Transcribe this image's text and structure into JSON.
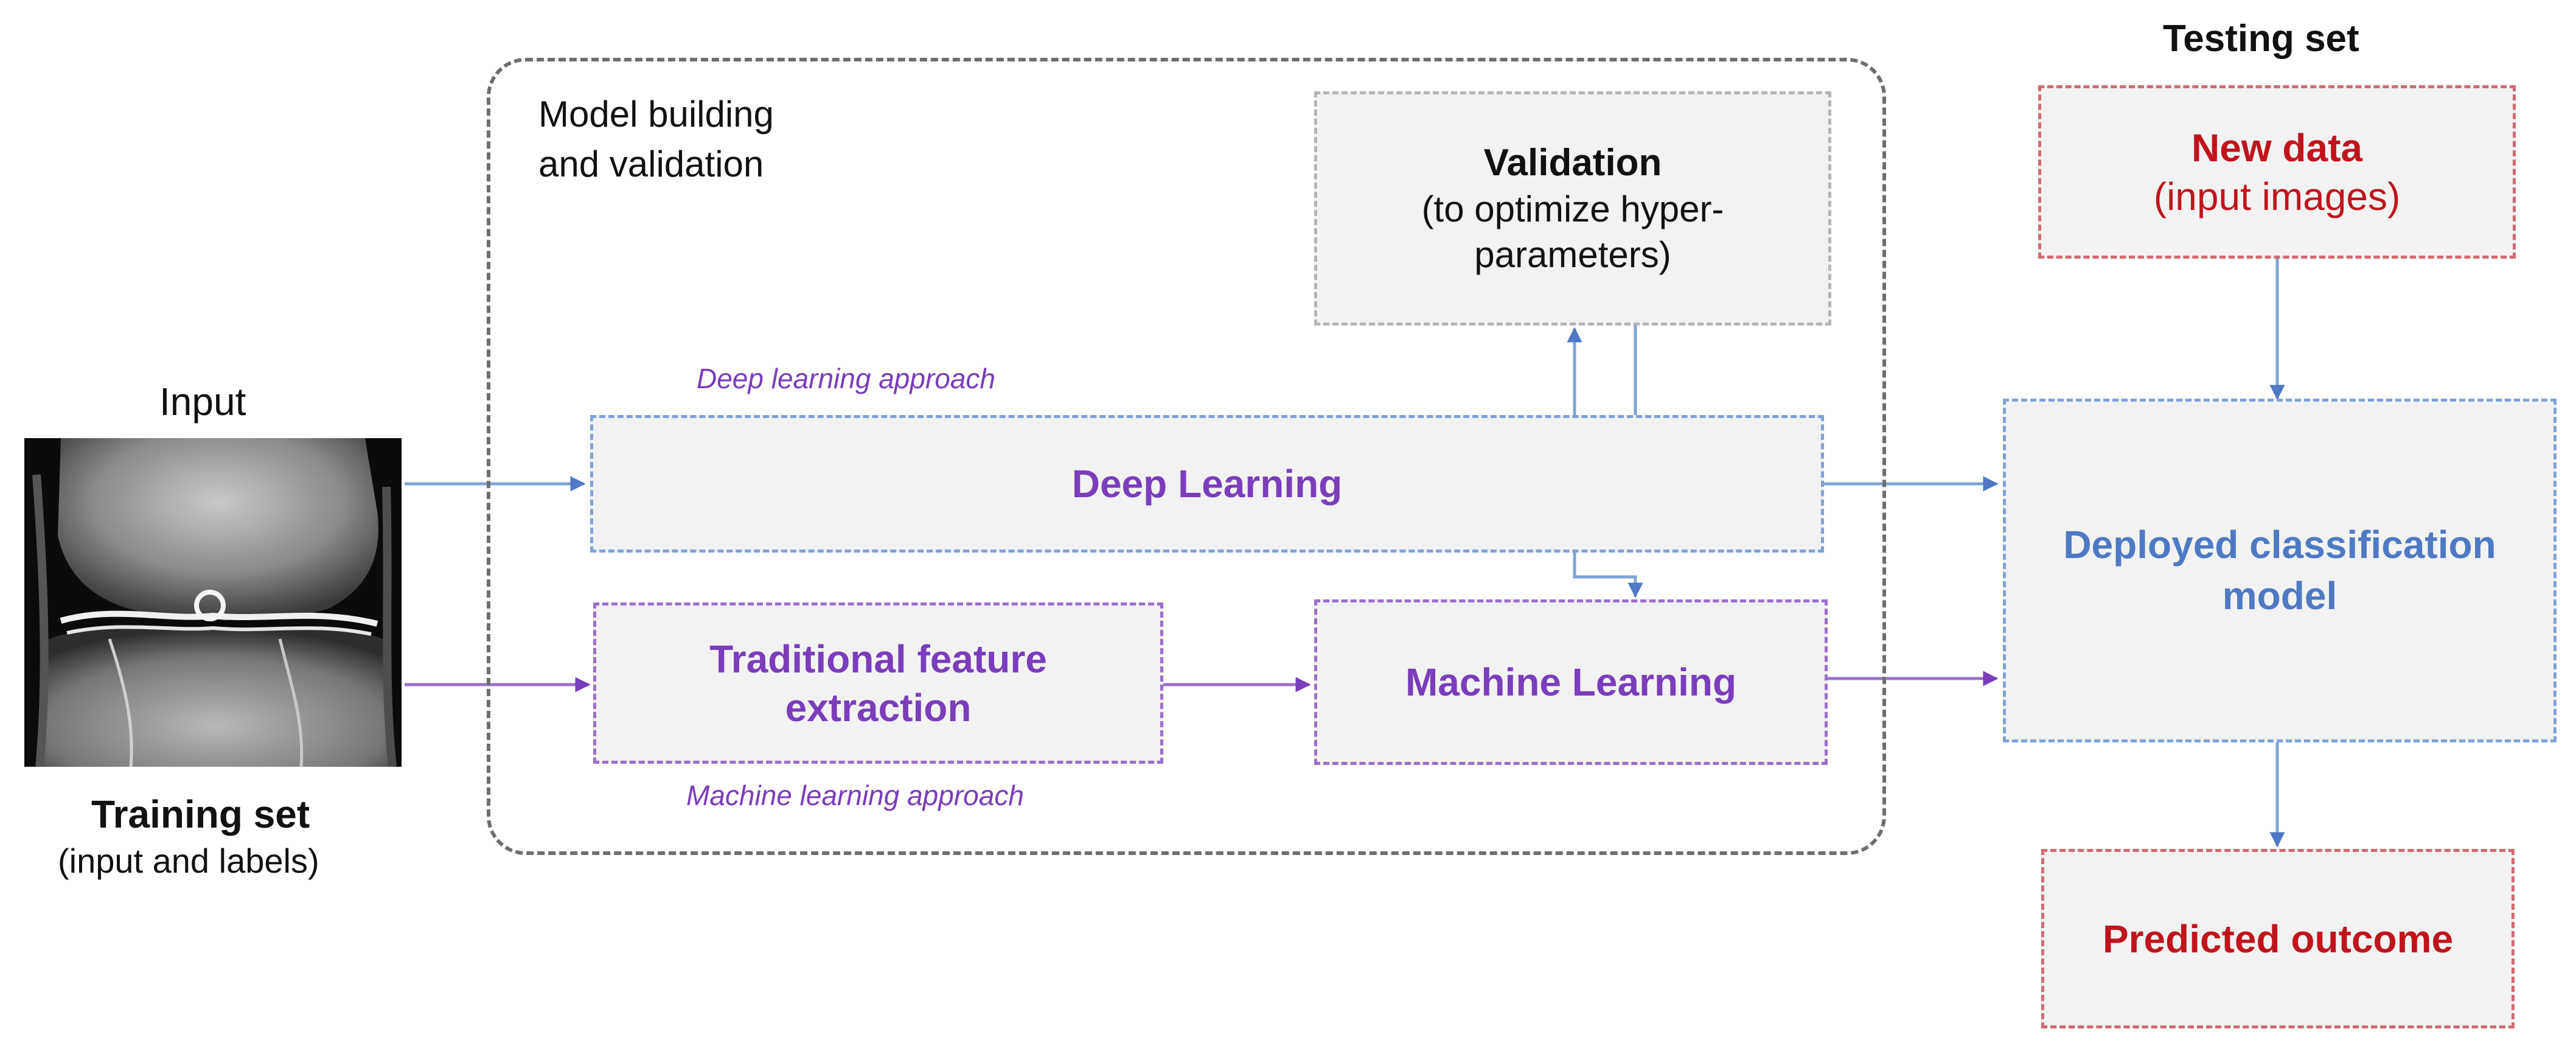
{
  "input": {
    "title": "Input",
    "training_title": "Training set",
    "training_sub": "(input and labels)"
  },
  "model_group": {
    "title_line1": "Model building",
    "title_line2": "and validation",
    "deep_approach": "Deep learning approach",
    "ml_approach": "Machine learning approach"
  },
  "validation": {
    "title": "Validation",
    "line1": "(to optimize hyper-",
    "line2": "parameters)"
  },
  "deep_learning": {
    "label": "Deep Learning"
  },
  "feature_extraction": {
    "line1": "Traditional feature",
    "line2": "extraction"
  },
  "machine_learning": {
    "label": "Machine Learning"
  },
  "testing": {
    "title": "Testing set",
    "new_data": "New data",
    "new_data_sub": "(input images)"
  },
  "deployed": {
    "line1": "Deployed classification",
    "line2": "model"
  },
  "predicted": {
    "label": "Predicted outcome"
  },
  "colors": {
    "blue": "#4f79c4",
    "purple": "#7a3dbb",
    "red": "#c0141d",
    "box_fill": "#f2f2f2",
    "group_border": "#6e6e6e"
  }
}
